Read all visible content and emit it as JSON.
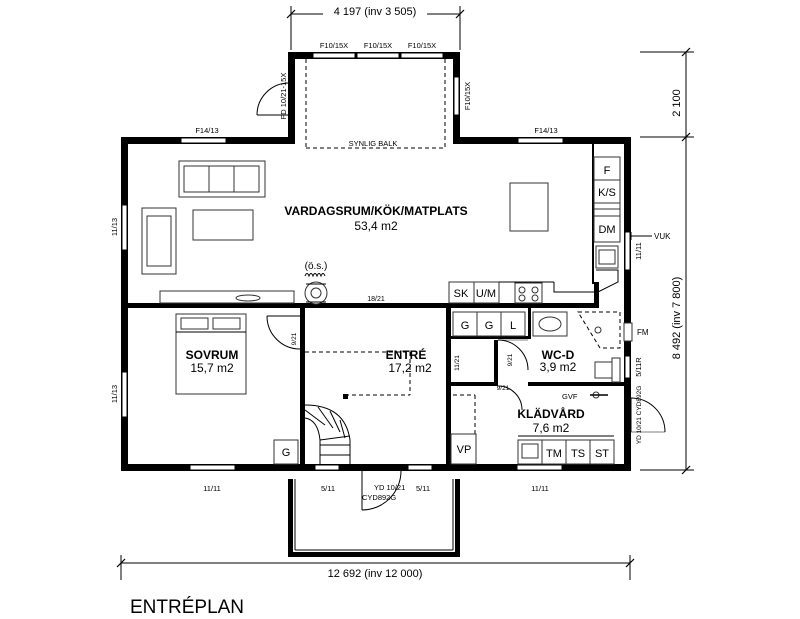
{
  "title": "ENTRÉPLAN",
  "dimensions": {
    "top_width": "4 197 (inv 3 505)",
    "bottom_width": "12 692 (inv 12 000)",
    "right_total": "8 492 (inv 7 800)",
    "right_bay": "2 100"
  },
  "rooms": {
    "living": {
      "name": "VARDAGSRUM/KÖK/MATPLATS",
      "area": "53,4 m2"
    },
    "bedroom": {
      "name": "SOVRUM",
      "area": "15,7 m2"
    },
    "entry": {
      "name": "ENTRÉ",
      "area": "17,2 m2"
    },
    "wc": {
      "name": "WC-D",
      "area": "3,9 m2"
    },
    "laundry": {
      "name": "KLÄDVÅRD",
      "area": "7,6 m2"
    }
  },
  "fixtures": {
    "fridge": "F",
    "fridge_freezer": "K/S",
    "dishwasher": "DM",
    "sk": "SK",
    "um": "U/M",
    "g1": "G",
    "g2": "G",
    "l": "L",
    "g_stair": "G",
    "vp": "VP",
    "tm": "TM",
    "ts": "TS",
    "st": "ST",
    "fm": "FM",
    "gvf": "GVF",
    "stove": "(ö.s.)",
    "vuk": "VUK",
    "beam": "SYNLIG BALK"
  },
  "windows": {
    "bay_top_1": "F10/15X",
    "bay_top_2": "F10/15X",
    "bay_top_3": "F10/15X",
    "bay_right": "F10/15X",
    "bay_door": "FD 10/21-15X",
    "top_left": "F14/13",
    "top_right": "F14/13",
    "left_upper": "11/13",
    "left_lower": "11/13",
    "right_upper": "11/11",
    "right_wc": "5/11R",
    "right_door": "YD 10/21 CYD892G",
    "bottom_left": "11/11",
    "bottom_entry_left": "5/11",
    "bottom_entry_right": "5/11",
    "bottom_right": "11/11",
    "front_door": "YD 10/21",
    "front_door_code": "CYD892G"
  },
  "doors": {
    "opening_18_21": "18/21",
    "bedroom": "9/21",
    "entry_inner": "11/21",
    "wc": "9/21",
    "laundry": "9/21"
  }
}
